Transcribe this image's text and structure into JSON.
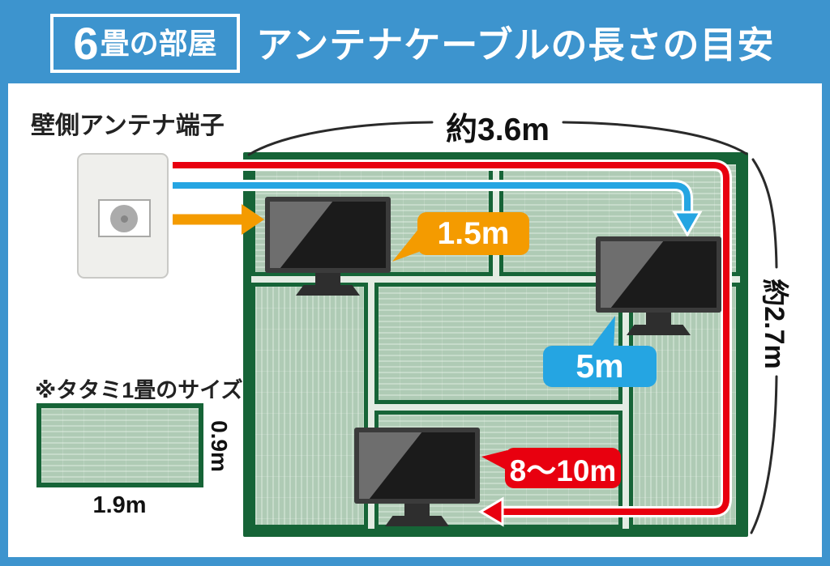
{
  "header": {
    "room_badge_number": "6",
    "room_badge_text": "畳の部屋",
    "title": "アンテナケーブルの長さの目安"
  },
  "wall_terminal_label": "壁側アンテナ端子",
  "room": {
    "width_label": "約3.6m",
    "height_label": "約2.7m",
    "mat_count": 6
  },
  "cables": [
    {
      "id": "direct-to-near-tv",
      "color_name": "orange",
      "hex": "#f49b00",
      "length_label": "1.5m"
    },
    {
      "id": "across-room-tv",
      "color_name": "blue",
      "hex": "#25a5e2",
      "length_label": "5m"
    },
    {
      "id": "around-room-tv",
      "color_name": "red",
      "hex": "#e8000f",
      "length_label": "8〜10m"
    }
  ],
  "tatami_legend": {
    "note": "※タタミ1畳のサイズ",
    "width_label": "1.9m",
    "height_label": "0.9m"
  },
  "colors": {
    "header_bg": "#3d94ce",
    "frame_bg": "#3d94ce",
    "tatami_border": "#166437",
    "tatami_fill": "#afcbb5",
    "bracket_line": "#2a2a2a"
  }
}
